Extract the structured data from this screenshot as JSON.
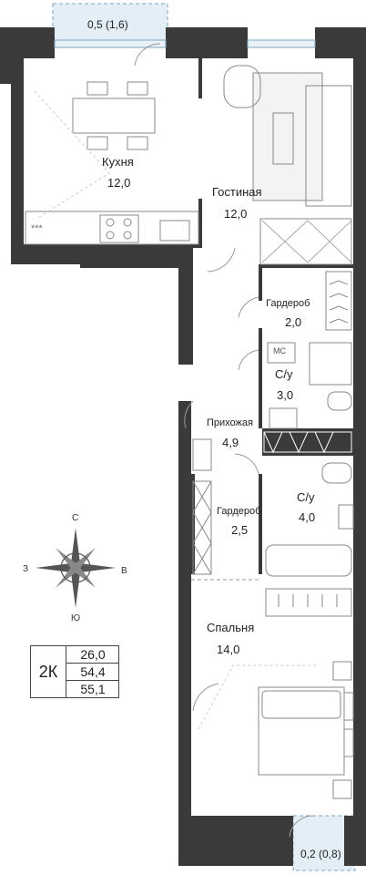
{
  "balconies": {
    "top": "0,5 (1,6)",
    "bottom": "0,2 (0,8)"
  },
  "rooms": {
    "kitchen": {
      "name": "Кухня",
      "area": "12,0"
    },
    "living": {
      "name": "Гостиная",
      "area": "12,0"
    },
    "wardrobe1": {
      "name": "Гардероб",
      "area": "2,0"
    },
    "bath1": {
      "name": "С/у",
      "area": "3,0",
      "washer": "МС"
    },
    "hall": {
      "name": "Прихожая",
      "area": "4,9"
    },
    "wardrobe2": {
      "name": "Гардероб",
      "area": "2,5"
    },
    "bath2": {
      "name": "С/у",
      "area": "4,0"
    },
    "bedroom": {
      "name": "Спальня",
      "area": "14,0"
    }
  },
  "stove_label": "***",
  "compass": {
    "n": "С",
    "w": "З",
    "e": "В",
    "s": "Ю"
  },
  "summary": {
    "type": "2К",
    "living_area": "26,0",
    "total_area": "54,4",
    "total_with_balcony": "55,1"
  },
  "colors": {
    "wall": "#3a3a3a",
    "balcony": "#e3eef6",
    "line": "#666666"
  }
}
